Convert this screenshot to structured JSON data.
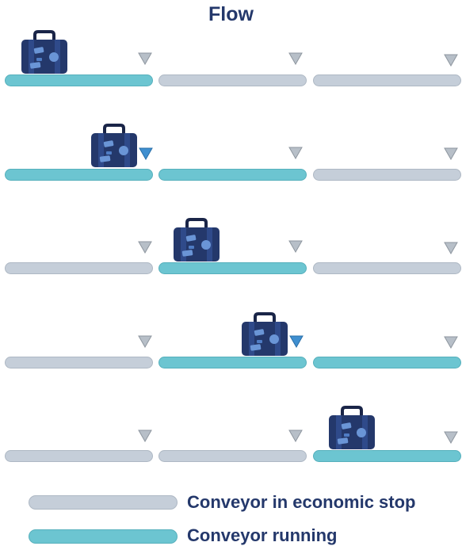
{
  "title": "Flow",
  "colors": {
    "stop": "#c5ced9",
    "running": "#6cc5d1",
    "sensor_idle": "#b7bfc8",
    "sensor_active": "#3f8fd0",
    "bag_body": "#24386b",
    "text": "#24386b"
  },
  "icons": {
    "sensor": "triangle-sensor-icon",
    "bag": "suitcase-icon"
  },
  "stages": [
    {
      "belts": [
        "running",
        "stop",
        "stop"
      ],
      "active_sensor": null
    },
    {
      "belts": [
        "running",
        "running",
        "stop"
      ],
      "active_sensor": 1
    },
    {
      "belts": [
        "stop",
        "running",
        "stop"
      ],
      "active_sensor": null
    },
    {
      "belts": [
        "stop",
        "running",
        "running"
      ],
      "active_sensor": 2
    },
    {
      "belts": [
        "stop",
        "stop",
        "running"
      ],
      "active_sensor": null
    }
  ],
  "legend": [
    {
      "state": "stop",
      "label": "Conveyor in economic stop"
    },
    {
      "state": "running",
      "label": "Conveyor running"
    }
  ]
}
